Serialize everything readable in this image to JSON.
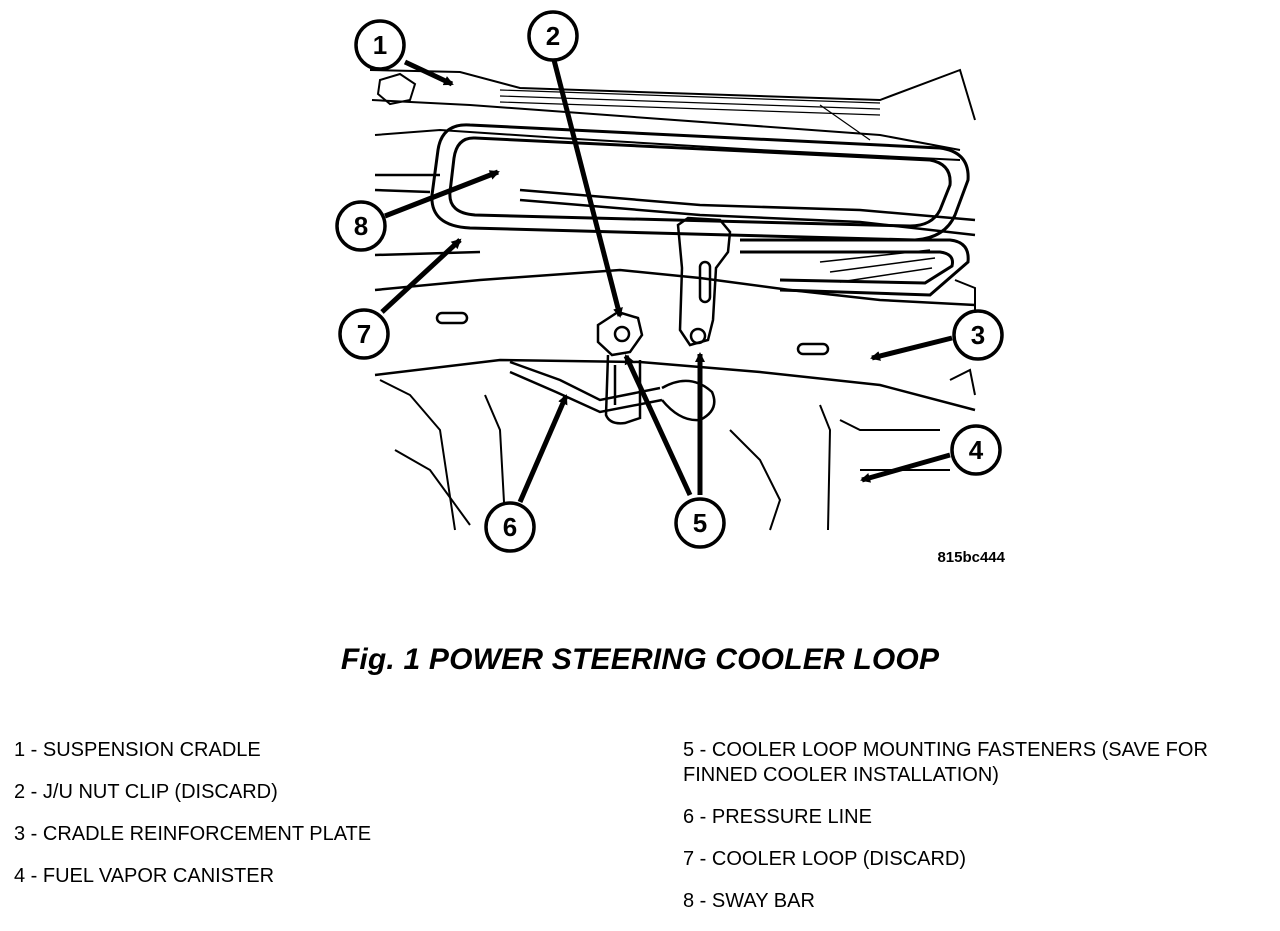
{
  "figure": {
    "code": "815bc444",
    "caption": "Fig. 1 POWER STEERING COOLER LOOP"
  },
  "callouts": [
    "1",
    "2",
    "3",
    "4",
    "5",
    "6",
    "7",
    "8"
  ],
  "legend": {
    "left": [
      "1 - SUSPENSION CRADLE",
      "2 - J/U NUT CLIP (DISCARD)",
      "3 - CRADLE REINFORCEMENT PLATE",
      "4 - FUEL VAPOR CANISTER"
    ],
    "right": [
      "5 - COOLER LOOP MOUNTING FASTENERS (SAVE FOR FINNED COOLER INSTALLATION)",
      "6 - PRESSURE LINE",
      "7 - COOLER LOOP (DISCARD)",
      "8 - SWAY BAR"
    ]
  }
}
